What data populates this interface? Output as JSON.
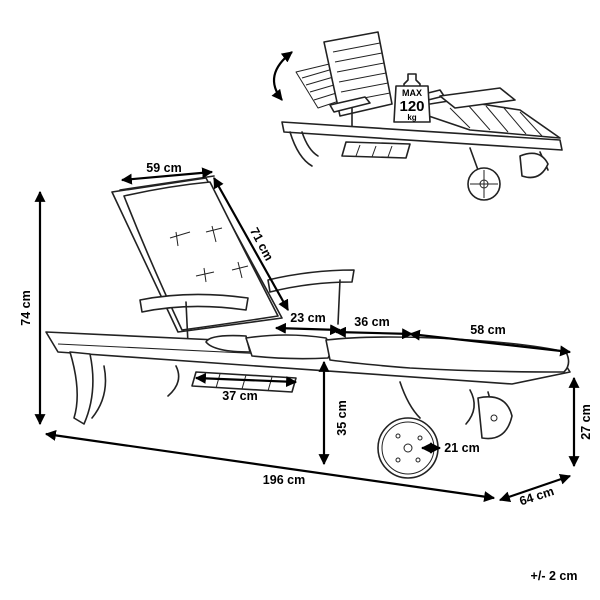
{
  "dimensions": {
    "back_width": "59 cm",
    "back_length": "71 cm",
    "height": "74 cm",
    "armrest_gap": "23 cm",
    "seat_section": "36 cm",
    "leg_section": "58 cm",
    "table_width": "37 cm",
    "seat_height": "35 cm",
    "rear_height": "27 cm",
    "wheel_diameter": "21 cm",
    "length": "196 cm",
    "width": "64 cm"
  },
  "tolerance": "+/- 2 cm",
  "load_badge": {
    "line1": "MAX",
    "line2": "120",
    "line3": "kg"
  },
  "icons": {
    "rotate": "rotate-arrow-icon"
  },
  "colors": {
    "ink": "#000000",
    "background": "#ffffff"
  }
}
